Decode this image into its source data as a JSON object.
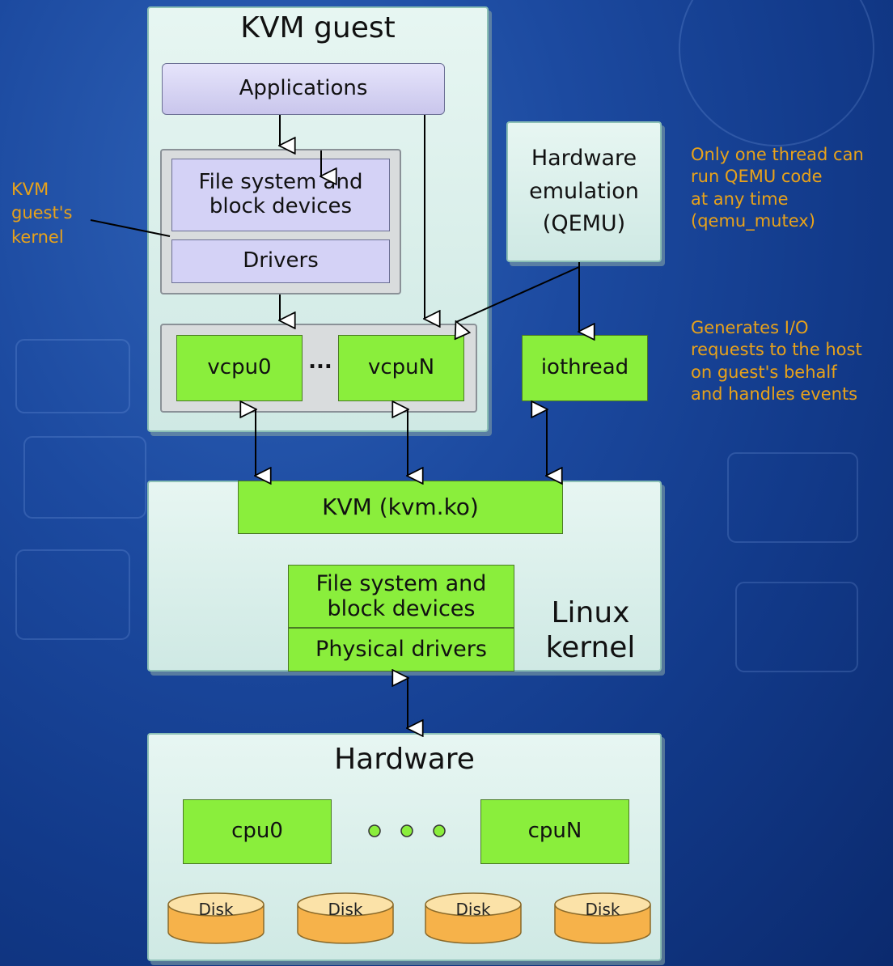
{
  "kvm_guest": {
    "title": "KVM guest",
    "applications": "Applications",
    "fs_block_line1": "File system and",
    "fs_block_line2": "block devices",
    "drivers": "Drivers",
    "vcpu0": "vcpu0",
    "ellipsis": "...",
    "vcpun": "vcpuN"
  },
  "qemu": {
    "line1": "Hardware",
    "line2": "emulation",
    "line3": "(QEMU)",
    "iothread": "iothread"
  },
  "kernel_label": {
    "line1": "KVM",
    "line2": "guest's",
    "line3": "kernel"
  },
  "notes": {
    "qemu_mutex": [
      "Only one thread can",
      "run QEMU code",
      "at any time",
      "(qemu_mutex)"
    ],
    "iothread": [
      "Generates I/O",
      "requests to the host",
      "on guest's behalf",
      "and handles events"
    ]
  },
  "linux_kernel": {
    "kvm_module": "KVM (kvm.ko)",
    "fs_block_line1": "File system and",
    "fs_block_line2": "block devices",
    "physical_drivers": "Physical drivers",
    "label_line1": "Linux",
    "label_line2": "kernel"
  },
  "hardware": {
    "title": "Hardware",
    "cpu0": "cpu0",
    "cpun": "cpuN",
    "disks": [
      "Disk",
      "Disk",
      "Disk",
      "Disk"
    ]
  },
  "colors": {
    "panel": "#dff2ee",
    "green_box": "#8aee3c",
    "lavender_box": "#d4d2f6",
    "note_text": "#e8a21a",
    "background": "#1c4aa0",
    "disk": "#f7c56a"
  }
}
